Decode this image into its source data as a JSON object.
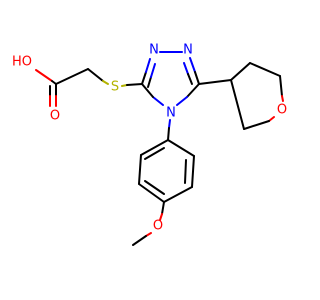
{
  "colors": {
    "carbon_bond": "#000000",
    "oxygen": "#ff0000",
    "nitrogen": "#0000ff",
    "sulfur": "#b3b300",
    "background": "#ffffff"
  },
  "atoms": {
    "hydroxyl": "HO",
    "carbonyl_oxygen": "O",
    "sulfur": "S",
    "triazole_n1": "N",
    "triazole_n2": "N",
    "triazole_n4": "N",
    "pyran_oxygen": "O",
    "methoxy_oxygen": "O"
  }
}
